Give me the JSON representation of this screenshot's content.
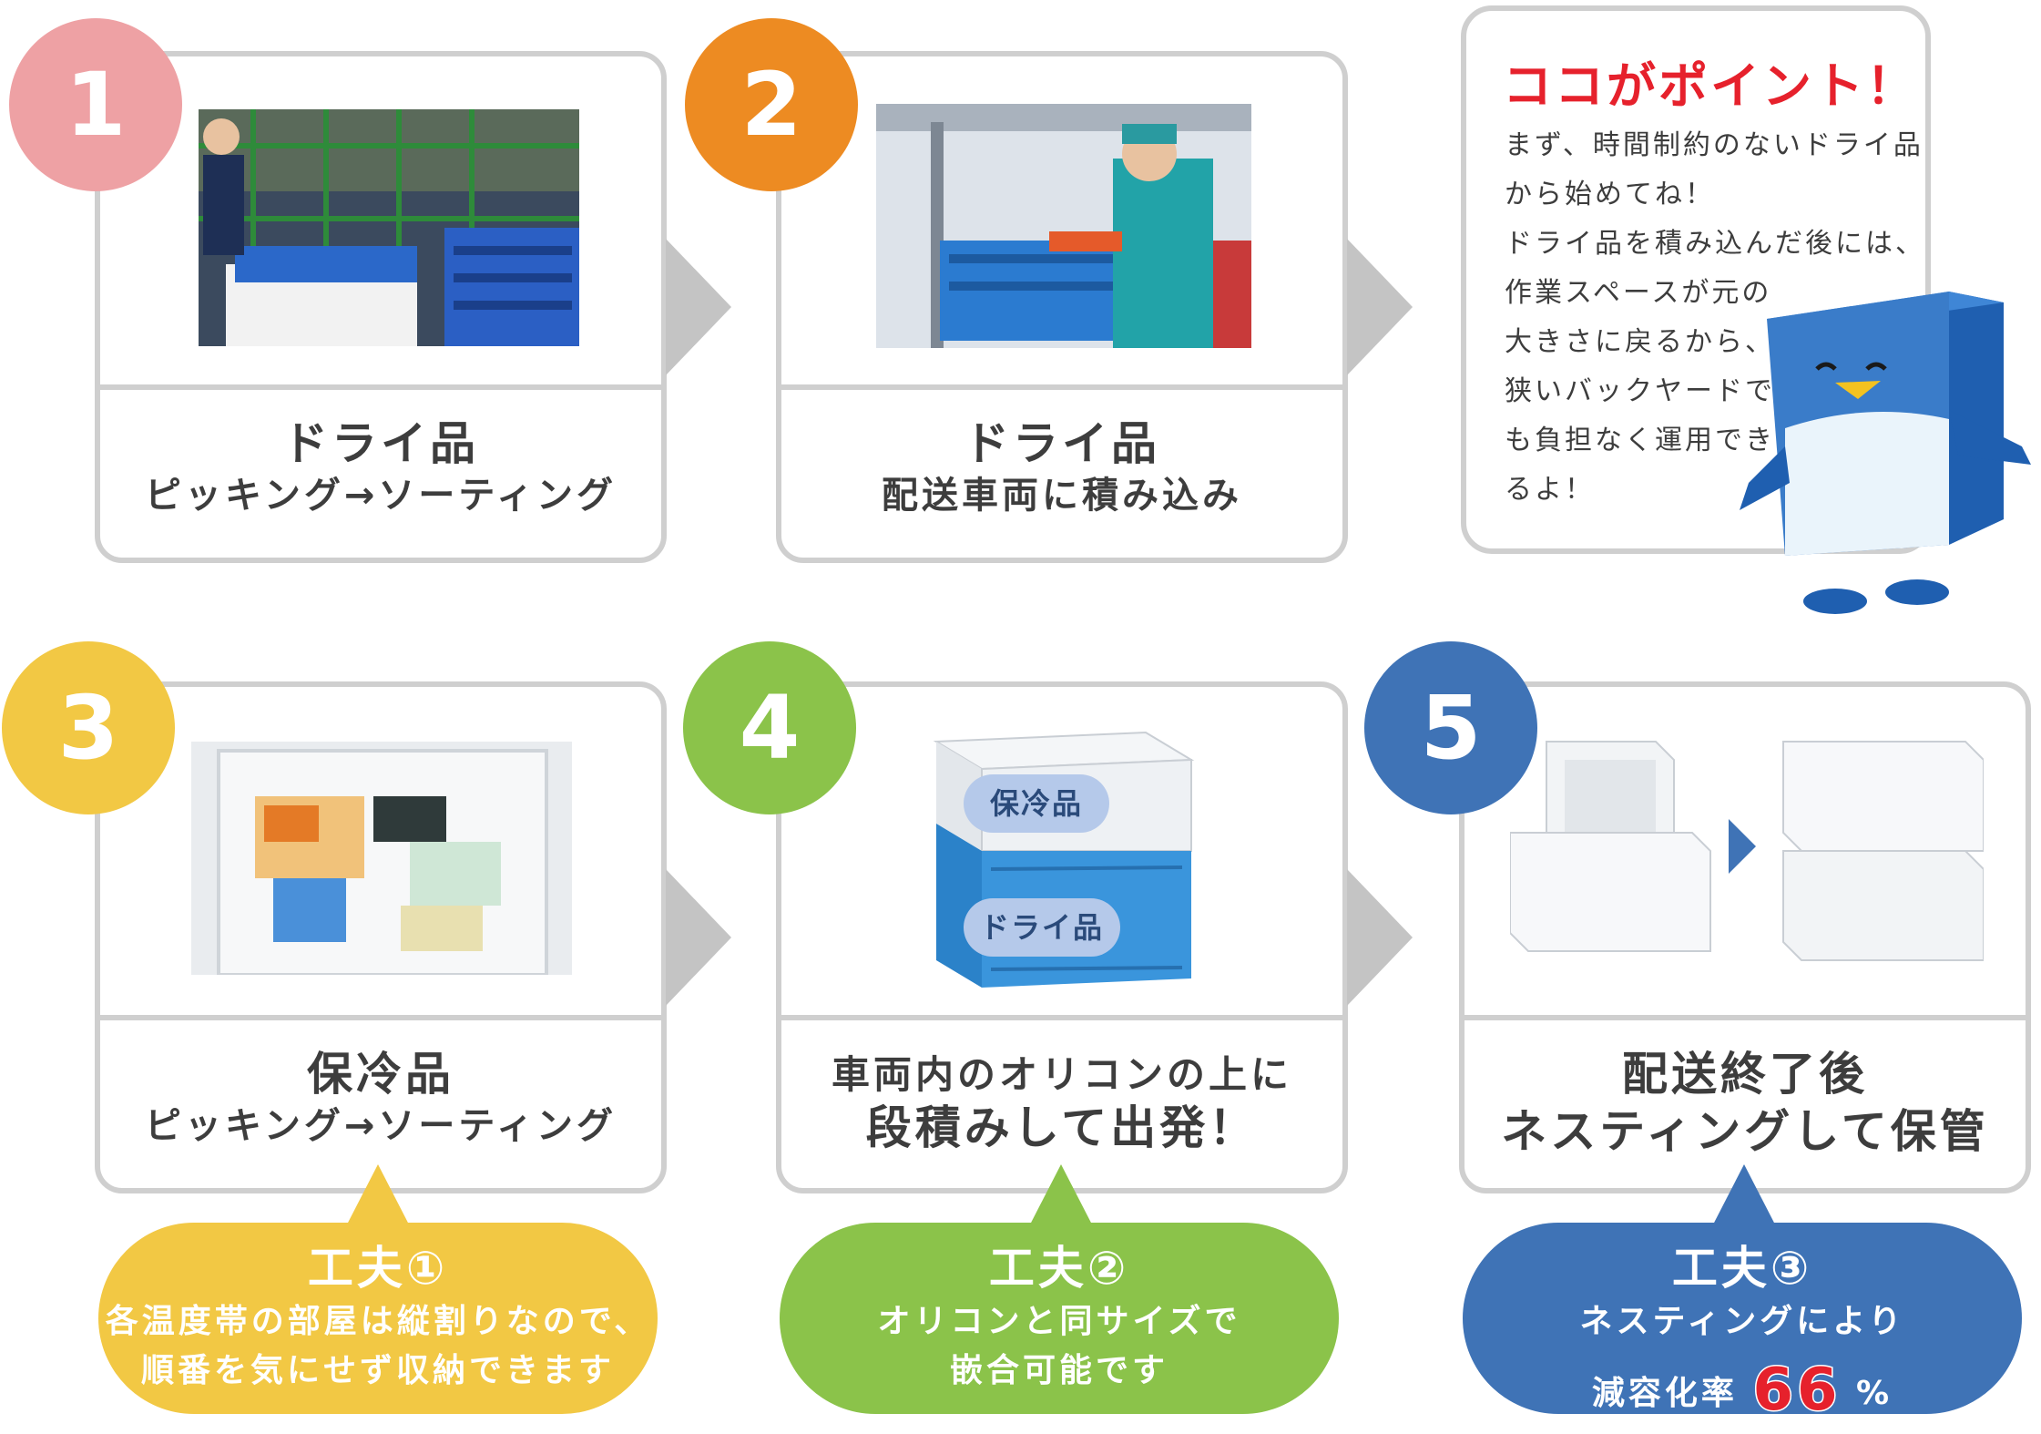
{
  "steps": [
    {
      "number": "1",
      "color": "#eea1a4",
      "title": "ドライ品",
      "subtitle": "ピッキング→ソーティング"
    },
    {
      "number": "2",
      "color": "#ed8b22",
      "title": "ドライ品",
      "subtitle": "配送車両に積み込み"
    },
    {
      "number": "3",
      "color": "#f2c844",
      "title": "保冷品",
      "subtitle": "ピッキング→ソーティング"
    },
    {
      "number": "4",
      "color": "#8bc34a",
      "title": "車両内のオリコンの上に",
      "subtitle": "段積みして出発！"
    },
    {
      "number": "5",
      "color": "#3f73b6",
      "title": "配送終了後",
      "subtitle": "ネスティングして保管"
    }
  ],
  "point": {
    "title": "ココがポイント！",
    "lines": [
      "まず、時間制約のないドライ品",
      "から始めてね！",
      "ドライ品を積み込んだ後には、",
      "作業スペースが元の",
      "大きさに戻るから、",
      "狭いバックヤードで",
      "も負担なく運用でき",
      "るよ！"
    ]
  },
  "photo_labels": {
    "cold": "保冷品",
    "dry": "ドライ品"
  },
  "tips": [
    {
      "title": "工夫①",
      "lines": [
        "各温度帯の部屋は縦割りなので、",
        "順番を気にせず収納できます"
      ],
      "color": "#f2c844"
    },
    {
      "title": "工夫②",
      "lines": [
        "オリコンと同サイズで",
        "嵌合可能です"
      ],
      "color": "#8bc34a"
    },
    {
      "title": "工夫③",
      "line1": "ネスティングにより",
      "prefix": "減容化率",
      "value": "66",
      "unit": "%",
      "color": "#3f73b6",
      "value_color": "#e6212c"
    }
  ],
  "colors": {
    "border": "#cfcfcf",
    "arrow": "#c4c4c4",
    "text": "#3d3d3d"
  }
}
